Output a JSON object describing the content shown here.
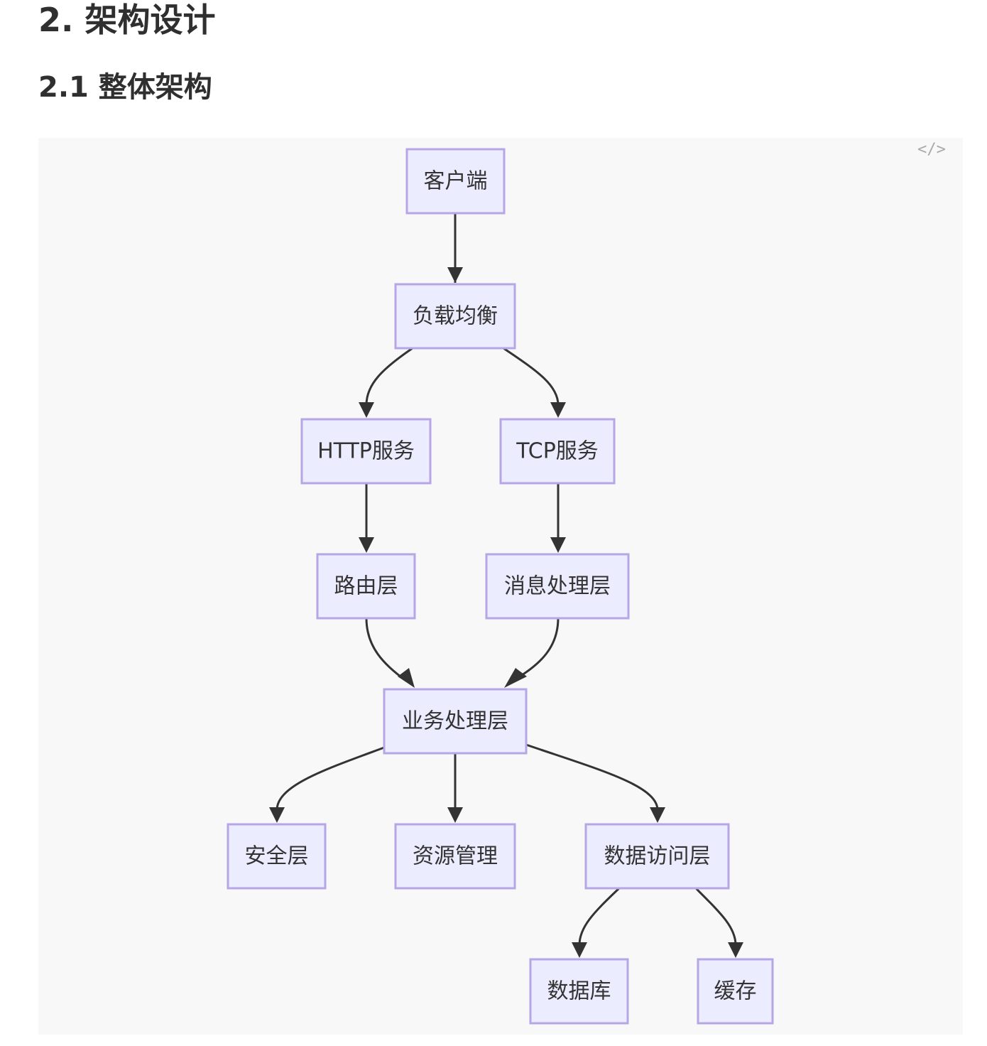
{
  "heading_section": "2. 架构设计",
  "heading_subsection": "2.1 整体架构",
  "code_toggle_icon": "code-icon",
  "code_toggle_glyph": "</>",
  "diagram": {
    "type": "flowchart-top-down",
    "node_fill": "#ececff",
    "node_border": "#b7a6e6",
    "edge_color": "#333333",
    "nodes": {
      "client": "客户端",
      "lb": "负载均衡",
      "http": "HTTP服务",
      "tcp": "TCP服务",
      "routing": "路由层",
      "msg": "消息处理层",
      "biz": "业务处理层",
      "security": "安全层",
      "resource": "资源管理",
      "dal": "数据访问层",
      "db": "数据库",
      "cache": "缓存"
    },
    "edges": [
      [
        "client",
        "lb"
      ],
      [
        "lb",
        "http"
      ],
      [
        "lb",
        "tcp"
      ],
      [
        "http",
        "routing"
      ],
      [
        "tcp",
        "msg"
      ],
      [
        "routing",
        "biz"
      ],
      [
        "msg",
        "biz"
      ],
      [
        "biz",
        "security"
      ],
      [
        "biz",
        "resource"
      ],
      [
        "biz",
        "dal"
      ],
      [
        "dal",
        "db"
      ],
      [
        "dal",
        "cache"
      ]
    ]
  }
}
